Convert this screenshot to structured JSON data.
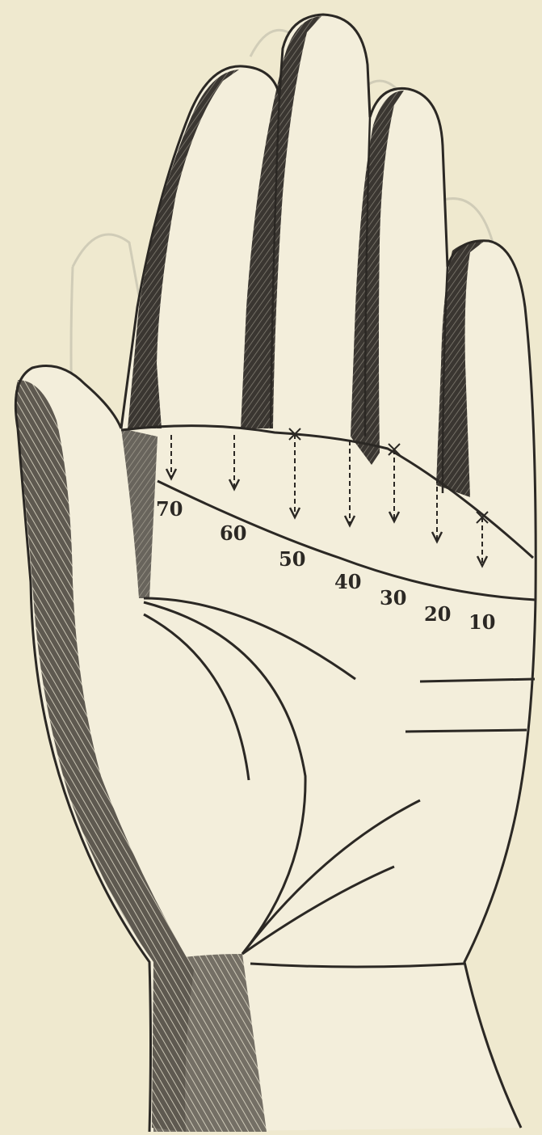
{
  "figure": {
    "palm_marks": [
      {
        "age_label": "70"
      },
      {
        "age_label": "60"
      },
      {
        "age_label": "50"
      },
      {
        "age_label": "40"
      },
      {
        "age_label": "30"
      },
      {
        "age_label": "20"
      },
      {
        "age_label": "10"
      }
    ],
    "colors": {
      "paper": "#efe9cf",
      "ink": "#2b2824",
      "ghost": "#c9c5b2",
      "shade": "#dcd8c3"
    }
  }
}
